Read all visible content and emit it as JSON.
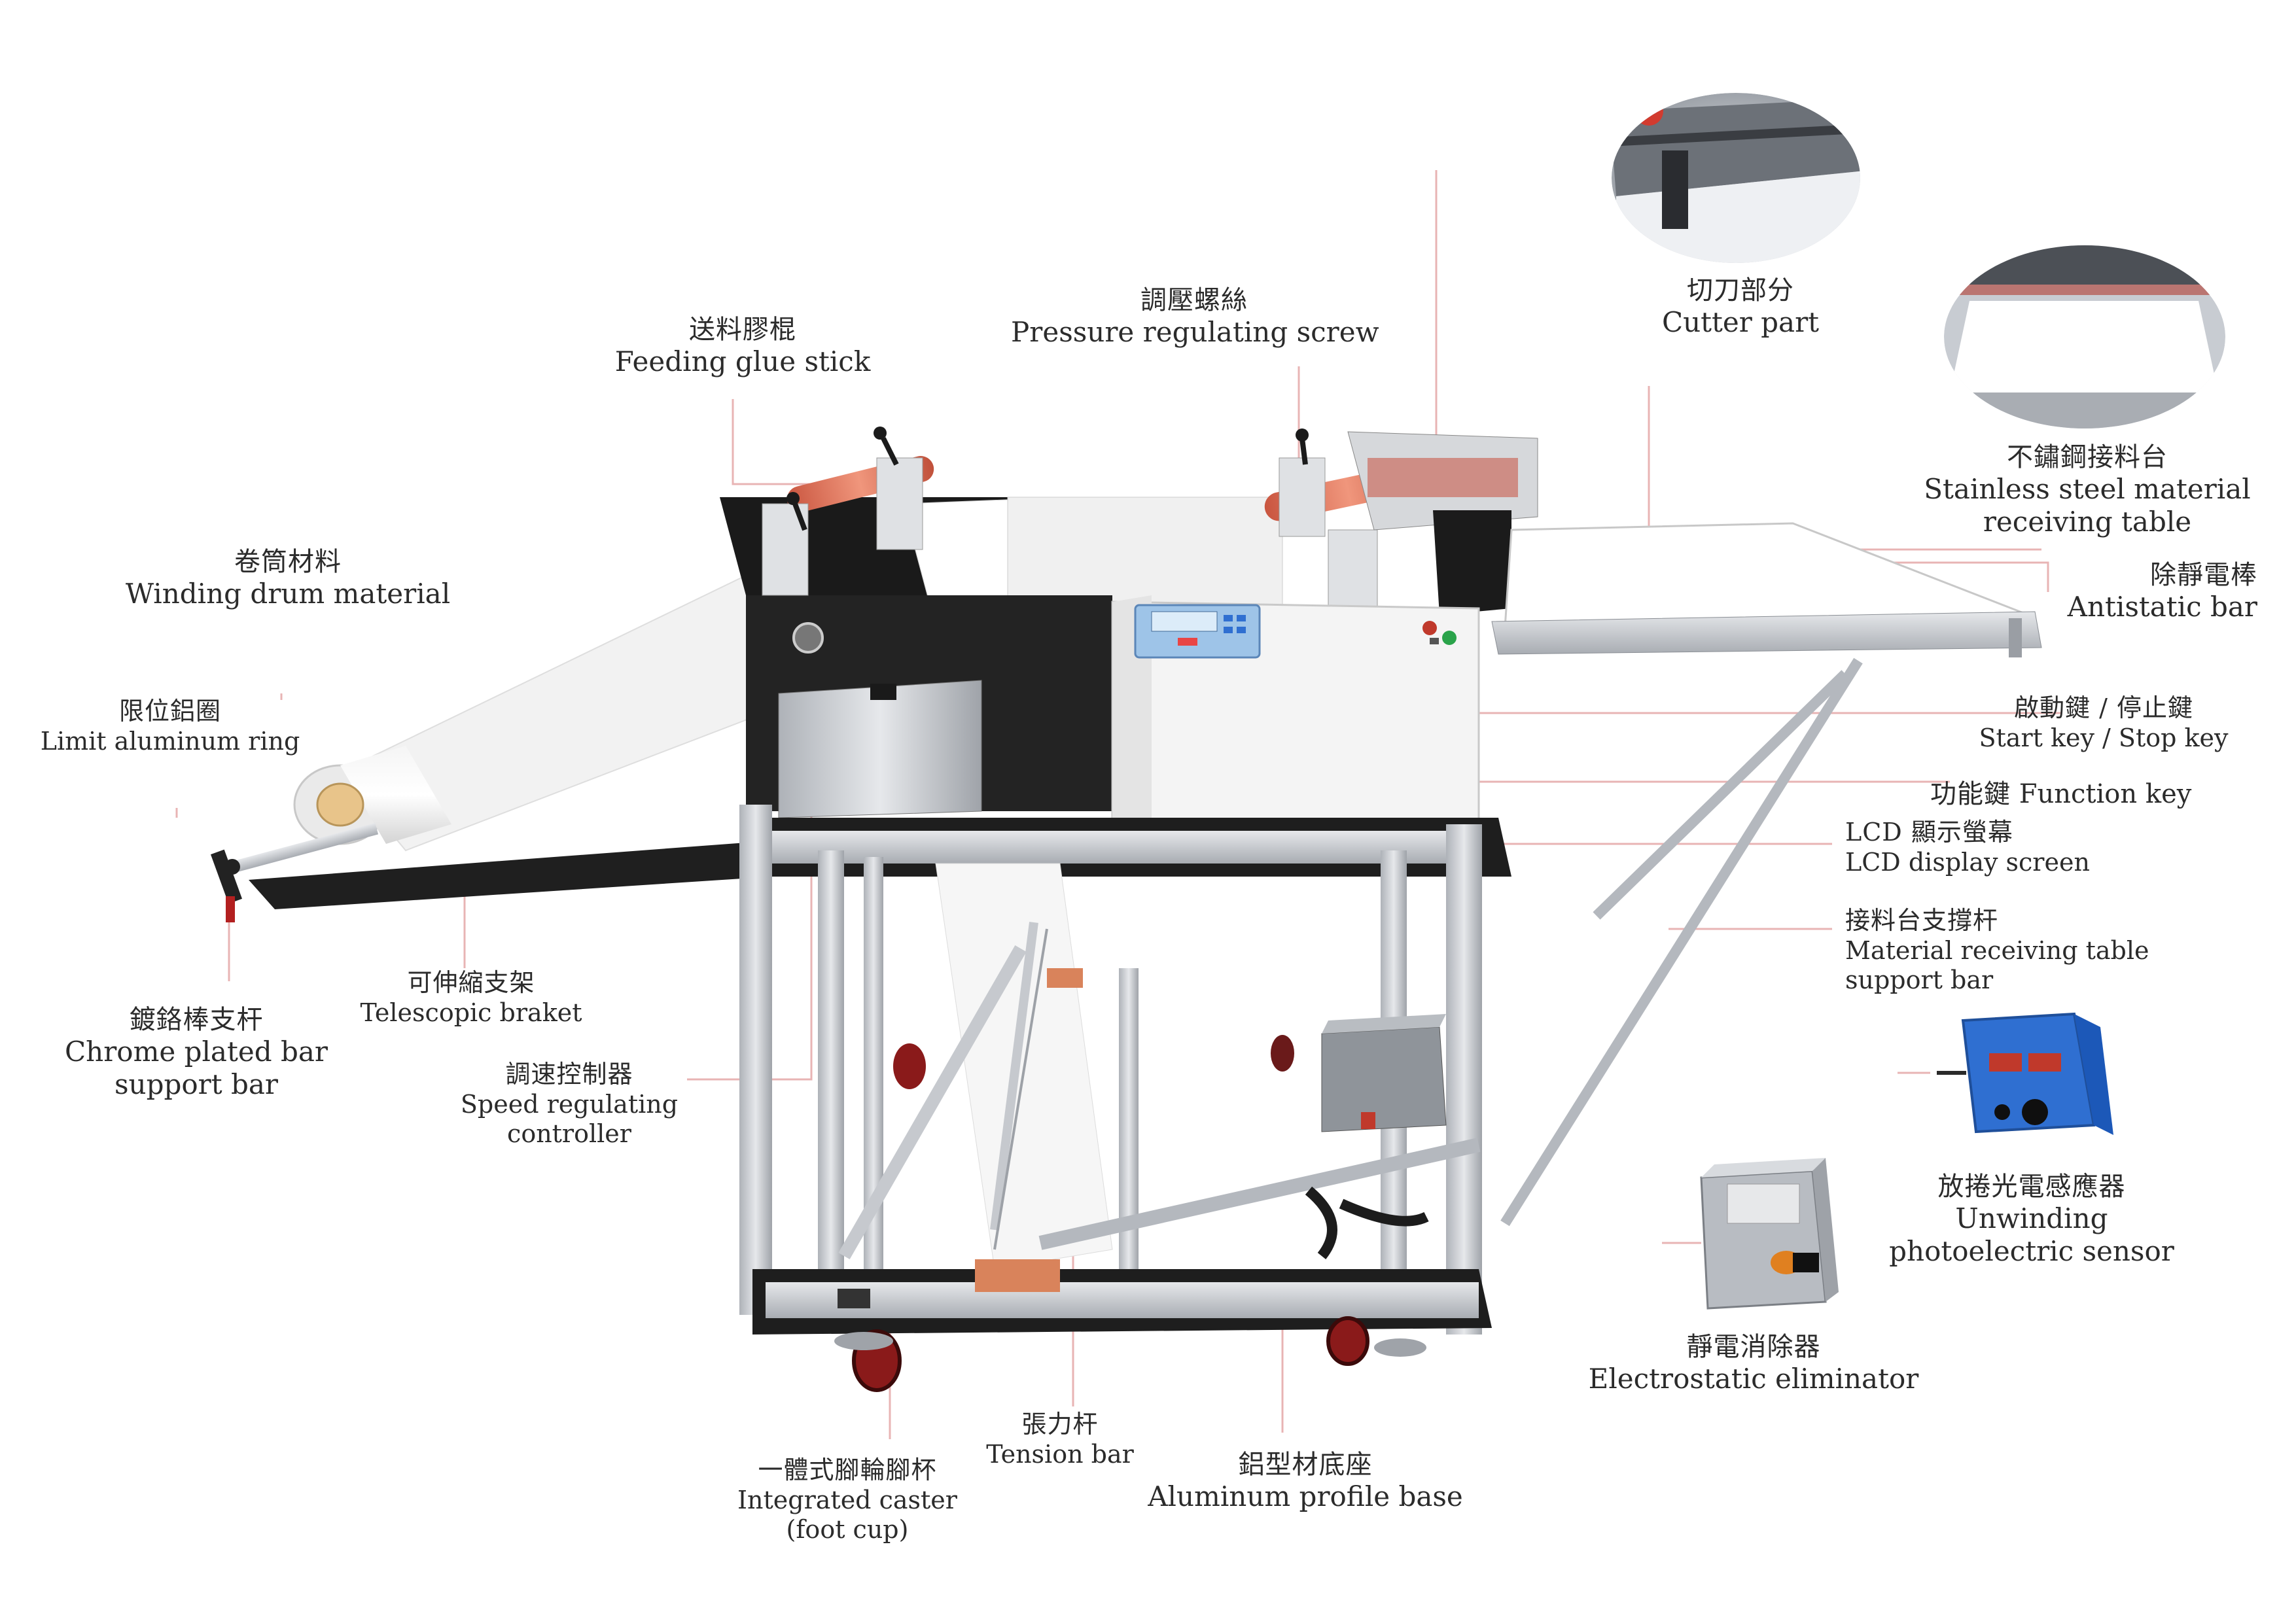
{
  "labels": {
    "feeding_glue_stick": {
      "zh": "送料膠棍",
      "en": "Feeding glue stick"
    },
    "pressure_screw": {
      "zh": "調壓螺絲",
      "en": "Pressure regulating screw"
    },
    "cutter_part": {
      "zh": "切刀部分",
      "en": "Cutter part"
    },
    "stainless_table": {
      "zh": "不鏽鋼接料台",
      "en1": "Stainless steel material",
      "en2": "receiving table"
    },
    "antistatic_bar": {
      "zh": "除靜電棒",
      "en": "Antistatic bar"
    },
    "start_stop_key": {
      "zh": "啟動鍵 / 停止鍵",
      "en": "Start key / Stop key"
    },
    "function_key": {
      "zh": "功能鍵",
      "en": "Function key"
    },
    "lcd_screen": {
      "zh": "LCD 顯示螢幕",
      "en": "LCD display screen"
    },
    "support_bar": {
      "zh": "接料台支撐杆",
      "en1": "Material receiving table",
      "en2": "support bar"
    },
    "photo_sensor": {
      "zh": "放捲光電感應器",
      "en1": "Unwinding",
      "en2": "photoelectric sensor"
    },
    "static_eliminator": {
      "zh": "靜電消除器",
      "en": "Electrostatic eliminator"
    },
    "aluminum_base": {
      "zh": "鋁型材底座",
      "en": "Aluminum profile base"
    },
    "tension_bar": {
      "zh": "張力杆",
      "en": "Tension bar"
    },
    "caster": {
      "zh": "一體式腳輪腳杯",
      "en1": "Integrated caster",
      "en2": "(foot cup)"
    },
    "speed_controller": {
      "zh": "調速控制器",
      "en1": "Speed regulating",
      "en2": "controller"
    },
    "telescopic_bracket": {
      "zh": "可伸縮支架",
      "en": "Telescopic braket"
    },
    "chrome_bar": {
      "zh": "鍍鉻棒支杆",
      "en1": "Chrome plated bar",
      "en2": "support bar"
    },
    "limit_ring": {
      "zh": "限位鋁圈",
      "en": "Limit aluminum ring"
    },
    "winding_drum": {
      "zh": "卷筒材料",
      "en": "Winding drum material"
    }
  },
  "colors": {
    "leader_line": "#e8b4b4",
    "roller_red": "#e0705a",
    "frame_black": "#1e1e1e",
    "aluminum": "#c8cbd0",
    "panel_white": "#f4f4f4",
    "lcd_blue": "#9ec4e8",
    "sensor_blue": "#2f6fd1",
    "caster_red": "#8a1a1a",
    "block_orange": "#d9835b"
  },
  "icons": [
    "cutter-detail-photo",
    "table-detail-photo",
    "photoelectric-sensor-icon",
    "static-eliminator-icon"
  ]
}
